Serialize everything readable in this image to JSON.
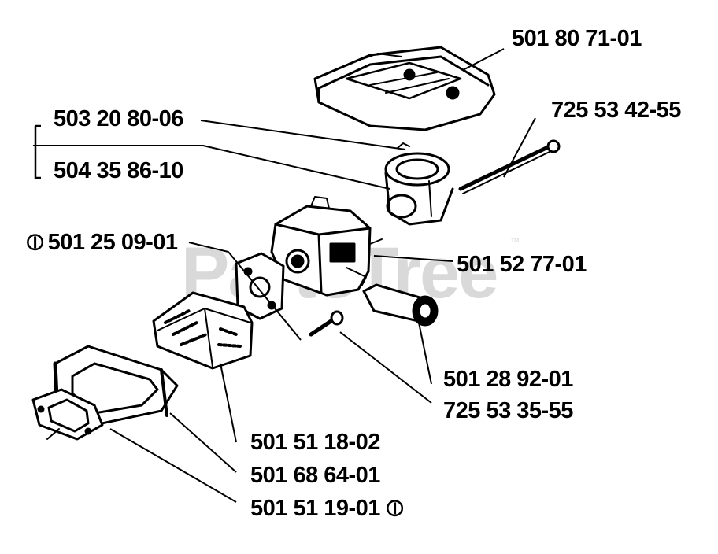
{
  "watermark": {
    "text": "PartsTree",
    "trademark": "™"
  },
  "parts": [
    {
      "id": "p1",
      "number": "501 80 71-01",
      "name": "air-filter-cover"
    },
    {
      "id": "p2",
      "number": "725 53 42-55",
      "name": "long-bolt"
    },
    {
      "id": "p3",
      "number": "503 20 80-06",
      "name": "intake-adapter"
    },
    {
      "id": "p4",
      "number": "504 35 86-10",
      "name": "intake-adapter-alt"
    },
    {
      "id": "p5",
      "number": "501 25 09-01",
      "mark": "⦶",
      "name": "carburetor-gasket"
    },
    {
      "id": "p6",
      "number": "501 52 77-01",
      "name": "carburetor"
    },
    {
      "id": "p7",
      "number": "501 28 92-01",
      "name": "tube-filter"
    },
    {
      "id": "p8",
      "number": "725 53 35-55",
      "name": "short-screw"
    },
    {
      "id": "p9",
      "number": "501 51 18-02",
      "name": "filter-housing"
    },
    {
      "id": "p10",
      "number": "501 68 64-01",
      "name": "filter-frame"
    },
    {
      "id": "p11",
      "number": "501 51 19-01",
      "mark": "⦶",
      "name": "base-gasket"
    }
  ],
  "colors": {
    "ink": "#000000",
    "watermark": "#d9d9d9"
  }
}
